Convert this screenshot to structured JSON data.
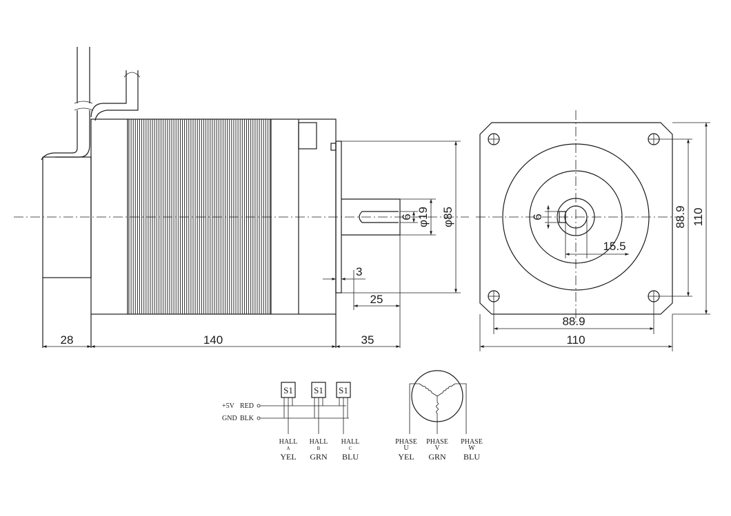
{
  "side_view": {
    "dims": {
      "cable_len": "28",
      "body_len": "140",
      "shaft_len": "35",
      "flange_thk": "3",
      "key_len": "25",
      "key_w": "6",
      "shaft_dia": "φ19",
      "pilot_dia": "φ85"
    }
  },
  "front_view": {
    "dims": {
      "key_w": "6",
      "key_h": "15.5",
      "hole_v": "88.9",
      "flange_v": "110",
      "hole_h": "88.9",
      "flange_h": "110"
    }
  },
  "hall_circuit": {
    "supply": [
      {
        "pin": "+5V",
        "color": "RED"
      },
      {
        "pin": "GND",
        "color": "BLK"
      }
    ],
    "sensors": [
      {
        "chip": "S1",
        "title": "HALL",
        "sub": "A",
        "color": "YEL"
      },
      {
        "chip": "S1",
        "title": "HALL",
        "sub": "B",
        "color": "GRN"
      },
      {
        "chip": "S1",
        "title": "HALL",
        "sub": "C",
        "color": "BLU"
      }
    ]
  },
  "phase_circuit": {
    "phases": [
      {
        "title": "PHASE",
        "sub": "U",
        "color": "YEL"
      },
      {
        "title": "PHASE",
        "sub": "V",
        "color": "GRN"
      },
      {
        "title": "PHASE",
        "sub": "W",
        "color": "BLU"
      }
    ]
  }
}
